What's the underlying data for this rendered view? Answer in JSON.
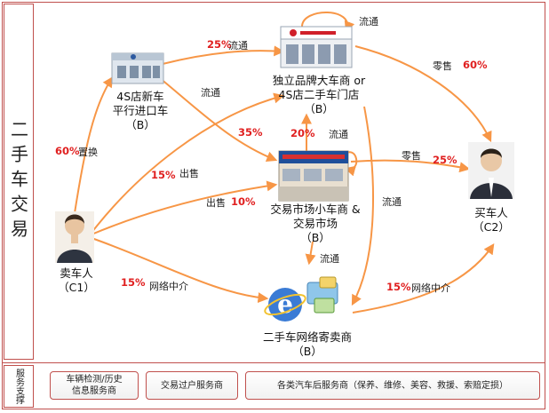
{
  "side": {
    "main_label": "二手车交易",
    "service_label": "服务支撑"
  },
  "nodes": {
    "dealer_4s": {
      "line1": "4S店新车",
      "line2": "平行进口车",
      "line3": "（B）"
    },
    "brand": {
      "line1": "独立品牌大车商 or",
      "line2": "4S店二手车门店",
      "line3": "（B）"
    },
    "market": {
      "line1": "交易市场小车商 &",
      "line2": "交易市场",
      "line3": "（B）"
    },
    "seller": {
      "line1": "卖车人",
      "line2": "（C1）"
    },
    "buyer": {
      "line1": "买车人",
      "line2": "（C2）"
    },
    "online": {
      "line1": "二手车网络寄卖商",
      "line2": "（B）"
    }
  },
  "labels": {
    "circulate": "流通",
    "retail": "零售",
    "trade_in": "置换",
    "sell": "出售",
    "broker": "网络中介"
  },
  "percents": {
    "p25_top": "25%",
    "p60_retail": "60%",
    "p60_tradein": "60%",
    "p35": "35%",
    "p20": "20%",
    "p15_sell": "15%",
    "p10": "10%",
    "p25_retail": "25%",
    "p15_broker_left": "15%",
    "p15_broker_right": "15%"
  },
  "services": [
    {
      "label": "车辆检测/历史\n信息服务商"
    },
    {
      "label": "交易过户服务商"
    },
    {
      "label": "各类汽车后服务商（保养、维修、美容、救援、索赔定损）"
    }
  ],
  "colors": {
    "arrow": "#f79646",
    "border": "#c0504d",
    "percent": "#e02020"
  }
}
